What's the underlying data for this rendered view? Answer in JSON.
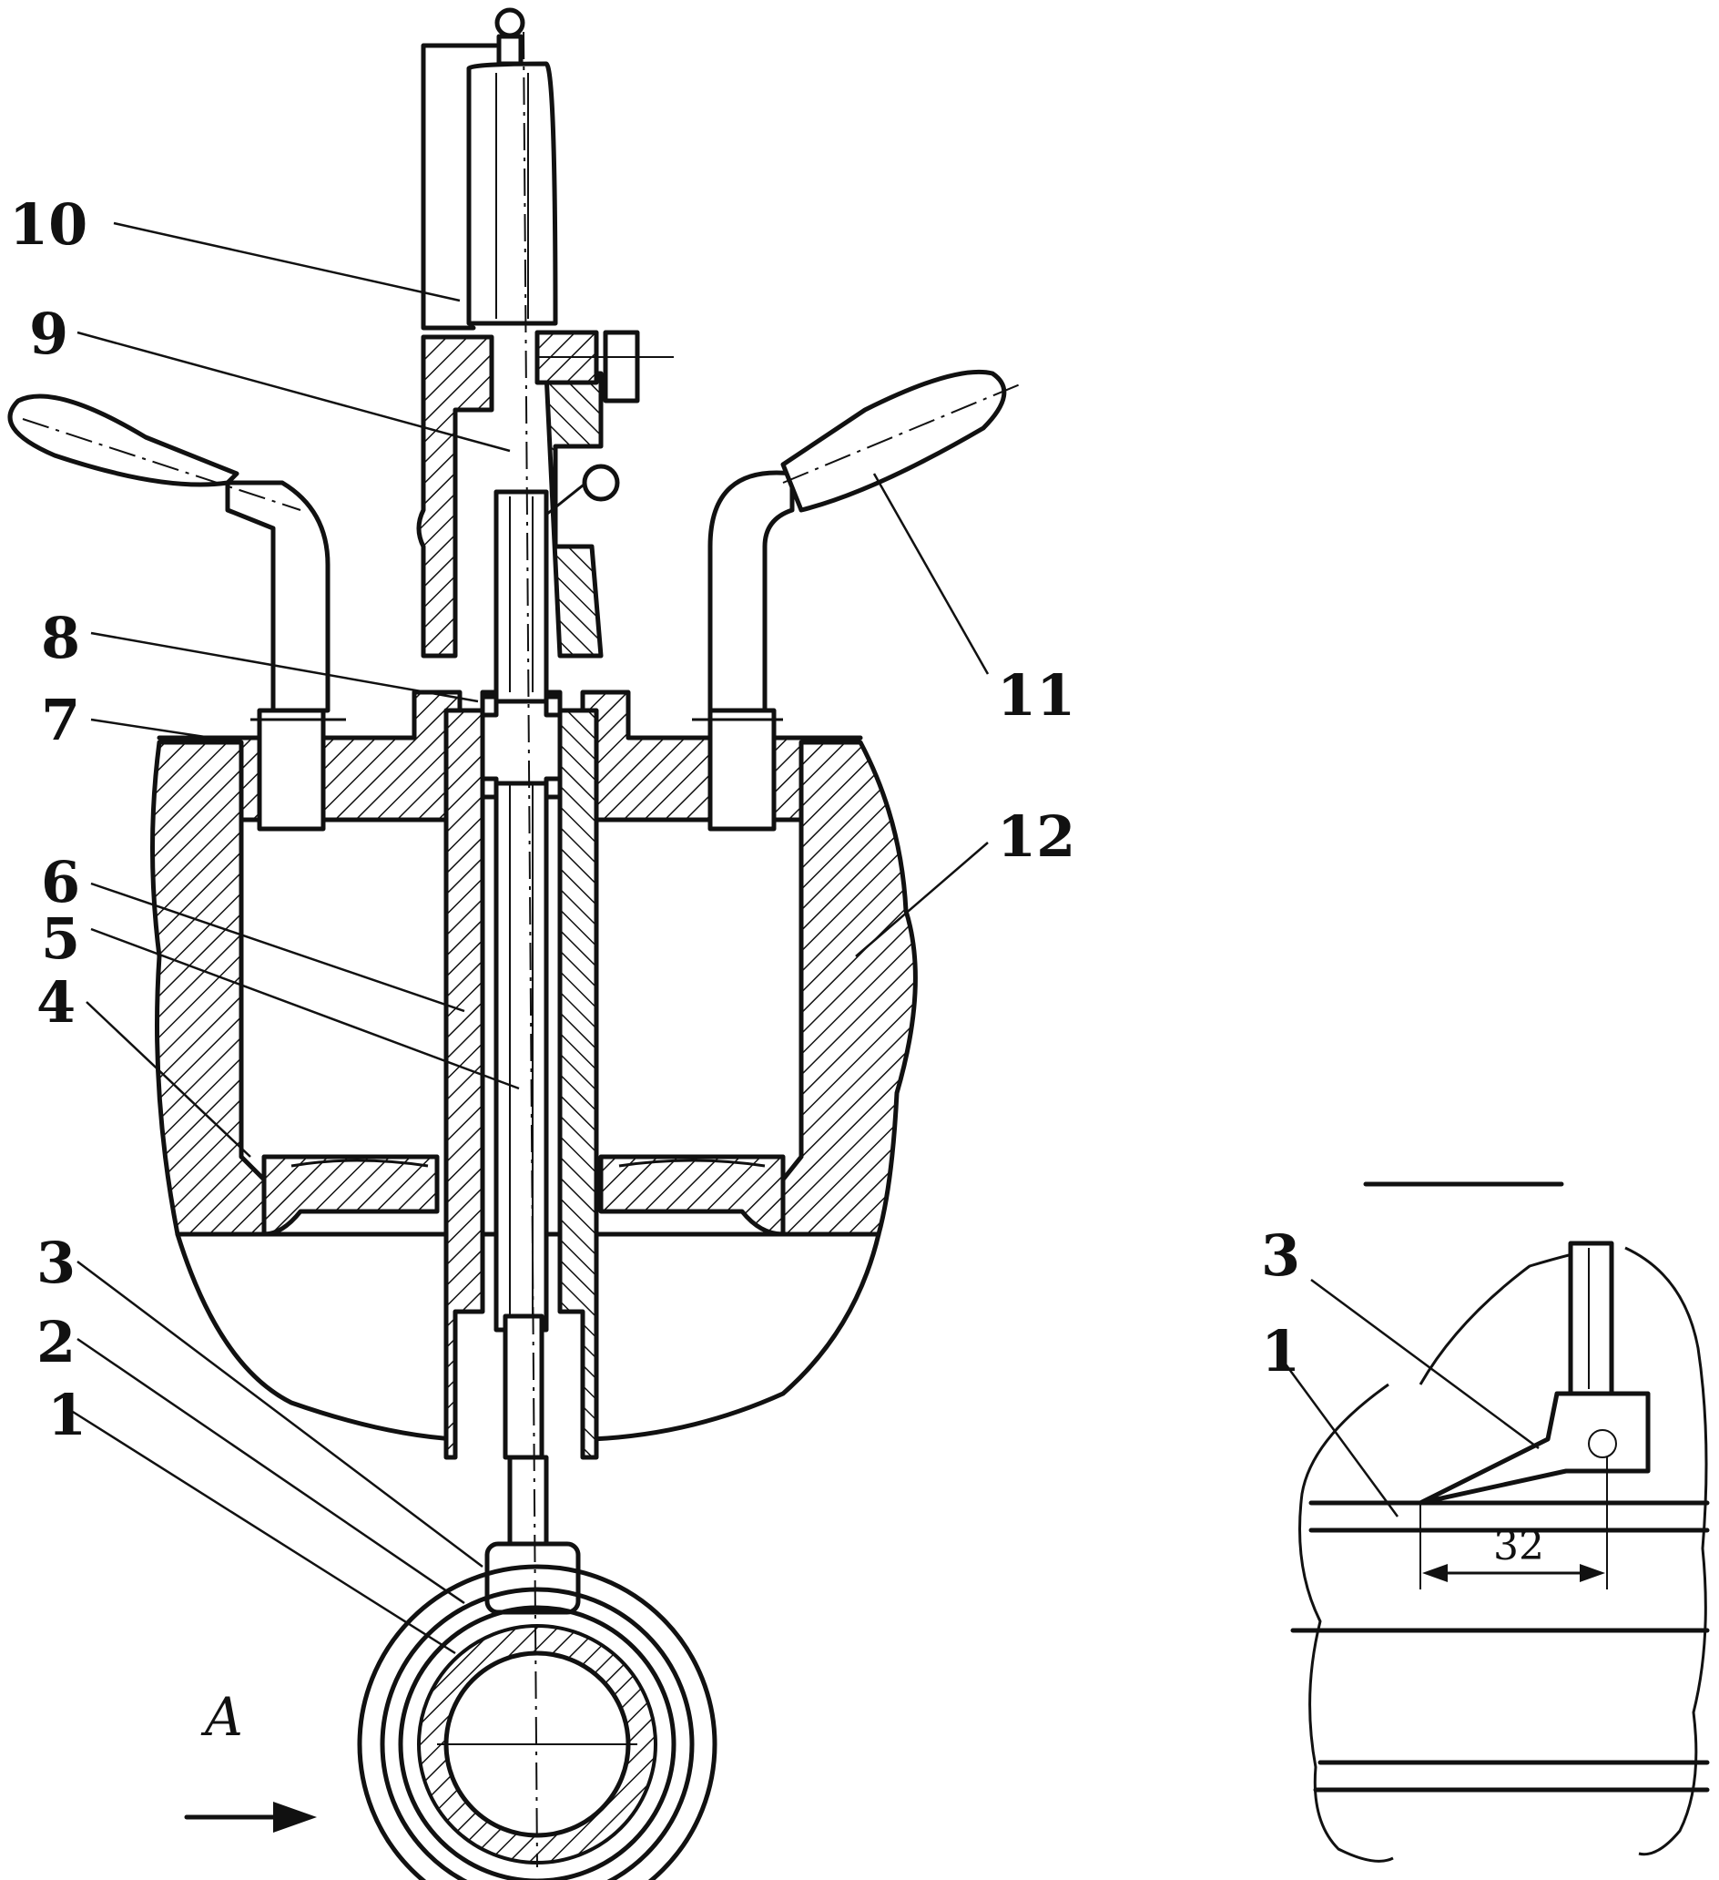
{
  "figure": {
    "callouts": {
      "c1": "1",
      "c2": "2",
      "c3": "3",
      "c4": "4",
      "c5": "5",
      "c6": "6",
      "c7": "7",
      "c8": "8",
      "c9": "9",
      "c10": "10",
      "c11": "11",
      "c12": "12"
    },
    "view_arrow_label": "A",
    "detail_view": {
      "callout_3": "3",
      "callout_1": "1",
      "dimension": "32"
    }
  }
}
